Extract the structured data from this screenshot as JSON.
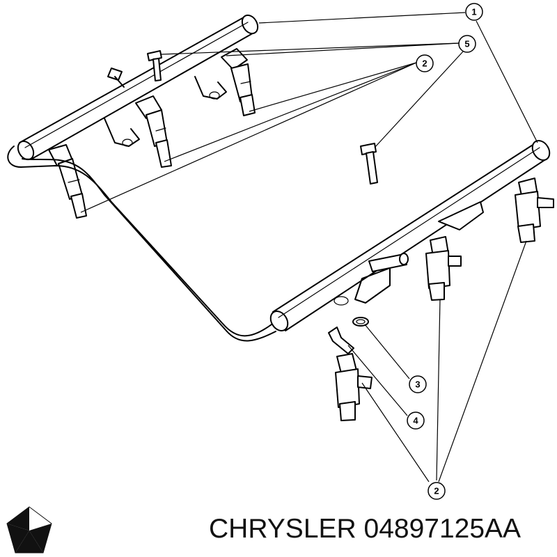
{
  "callouts": [
    {
      "number": "1"
    },
    {
      "number": "5"
    },
    {
      "number": "2"
    },
    {
      "number": "3"
    },
    {
      "number": "4"
    },
    {
      "number": "2"
    }
  ],
  "brand": {
    "text": "CHRYSLER 04897125AA",
    "logo_icon": "chrysler-pentastar-icon",
    "color": "#111111"
  }
}
